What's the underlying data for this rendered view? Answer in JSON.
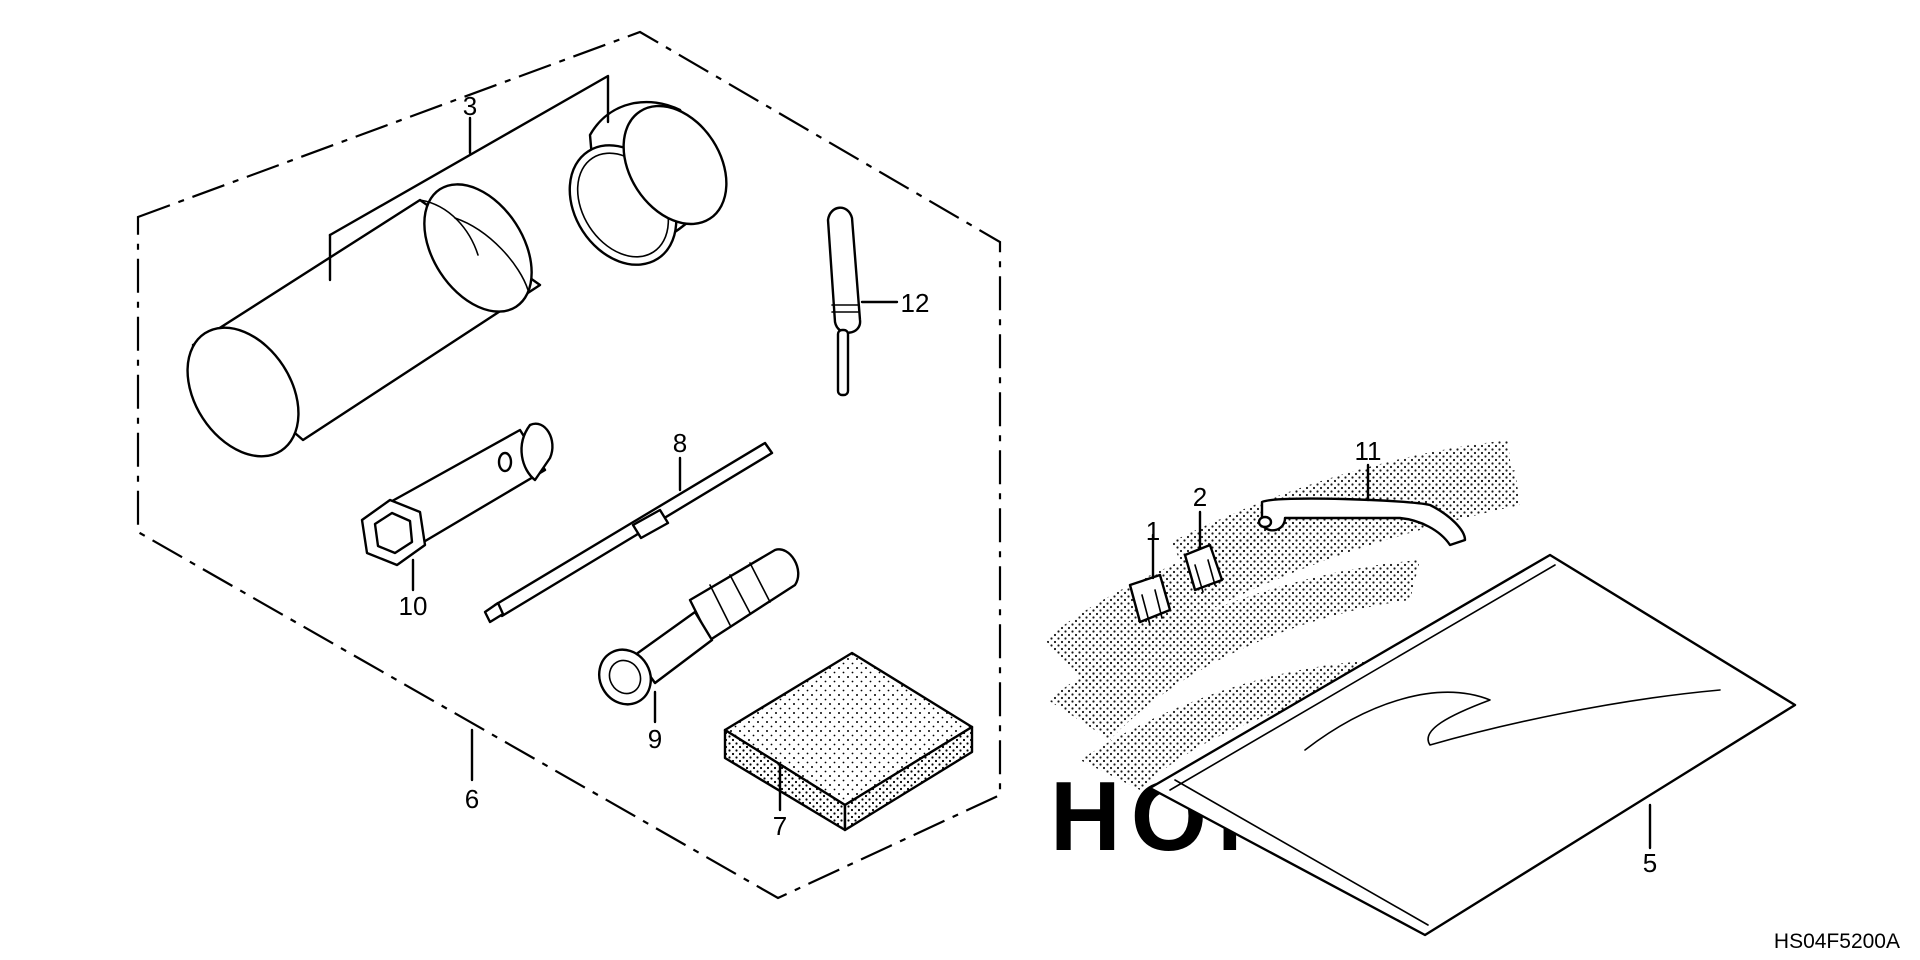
{
  "diagram": {
    "code": "HS04F5200A",
    "logo_text": "HONDA",
    "callouts": {
      "c1": "1",
      "c2": "2",
      "c3": "3",
      "c5": "5",
      "c6": "6",
      "c7": "7",
      "c8": "8",
      "c9": "9",
      "c10": "10",
      "c11": "11",
      "c12": "12"
    }
  }
}
